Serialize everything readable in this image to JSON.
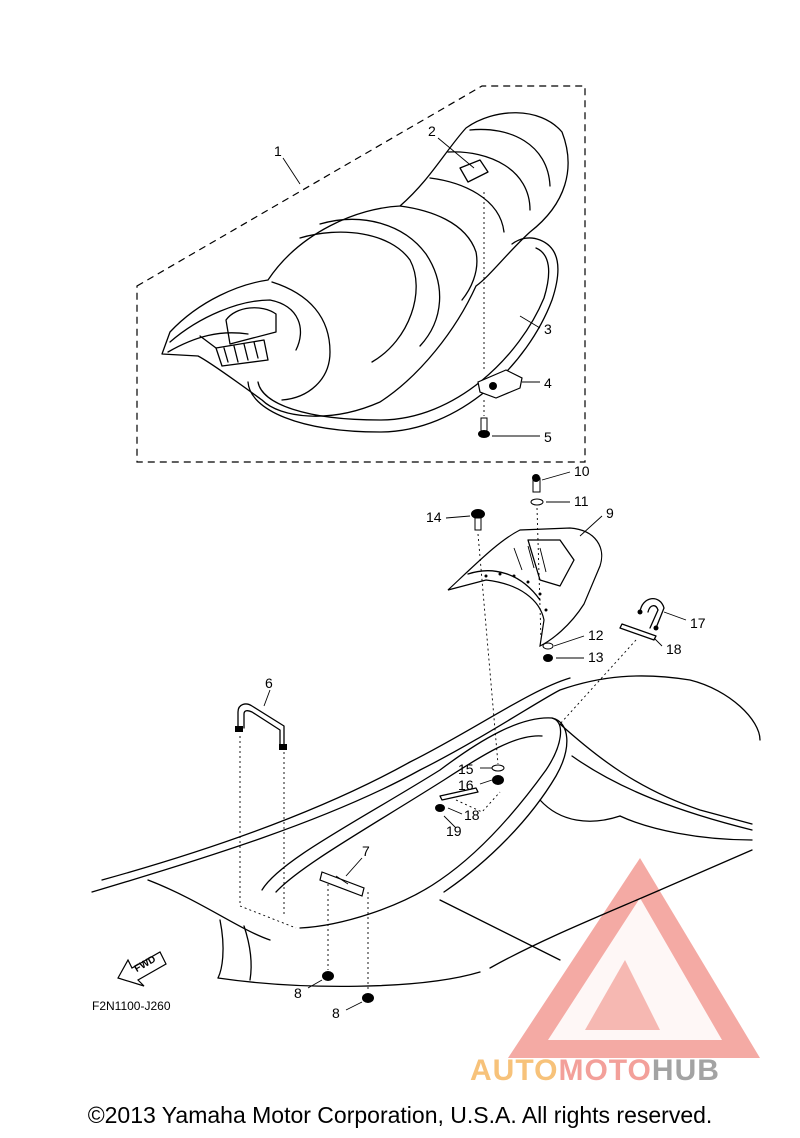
{
  "diagram": {
    "figure_code": "F2N1100-J260",
    "fwd_label": "FWD",
    "callouts": [
      "1",
      "2",
      "3",
      "4",
      "5",
      "6",
      "7",
      "8",
      "8",
      "9",
      "10",
      "11",
      "12",
      "13",
      "14",
      "15",
      "16",
      "17",
      "18",
      "18",
      "19"
    ]
  },
  "watermark": {
    "part1": "AUTO",
    "part2": "MOTO",
    "part3": "HUB",
    "colors": {
      "auto": "#f7c27a",
      "moto": "#f3a09a",
      "hub": "#a3a3a3",
      "logo": "#f08e85"
    }
  },
  "footer": {
    "copyright": "©2013 Yamaha Motor Corporation, U.S.A. All rights reserved."
  }
}
